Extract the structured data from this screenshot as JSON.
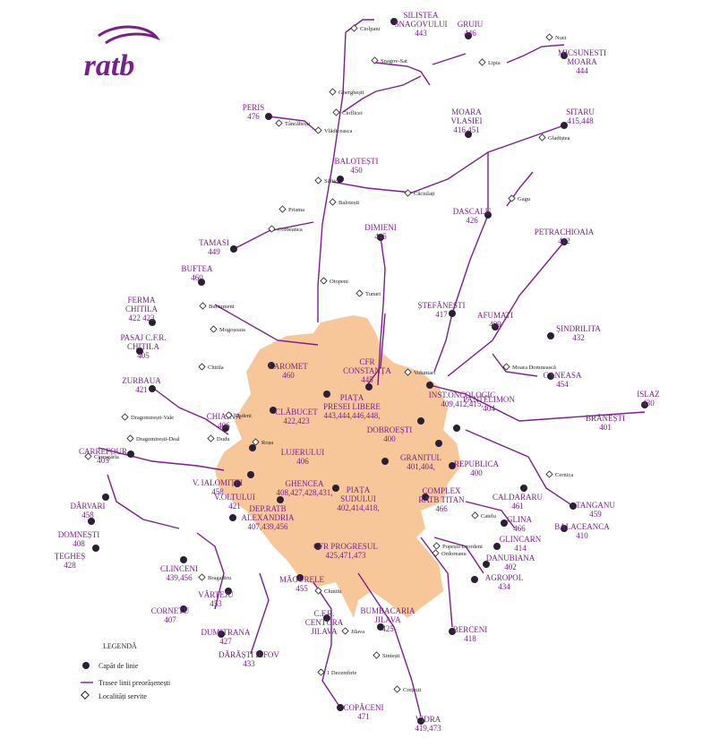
{
  "logo": {
    "text": "ratb",
    "color": "#7a1f8a"
  },
  "colors": {
    "route": "#7a1f8a",
    "city": "#f7c79a",
    "terminal": "#2a1f33"
  },
  "legend": {
    "title": "LEGENDĂ",
    "items": [
      "Capăt de linie",
      "Trasee linii preorășenești",
      "Localități servite"
    ]
  },
  "termini": [
    {
      "name": "SILISTEA",
      "sub": "SNAGOVULUI",
      "lines": "443"
    },
    {
      "name": "GRUIU",
      "sub": "",
      "lines": "446"
    },
    {
      "name": "MICSUNESTI",
      "sub": "MOARA",
      "lines": "444"
    },
    {
      "name": "PERIS",
      "sub": "",
      "lines": "476"
    },
    {
      "name": "SITARU",
      "sub": "",
      "lines": "415,448"
    },
    {
      "name": "MOARA",
      "sub": "VLASIEI",
      "lines": "416,451"
    },
    {
      "name": "BALOTEȘTI",
      "sub": "",
      "lines": "450"
    },
    {
      "name": "DASCALU",
      "sub": "",
      "lines": "426"
    },
    {
      "name": "TAMASI",
      "sub": "",
      "lines": "449"
    },
    {
      "name": "DIMIENI",
      "sub": "",
      "lines": "445"
    },
    {
      "name": "PETRACHIOAIA",
      "sub": "",
      "lines": "412"
    },
    {
      "name": "BUFTEA",
      "sub": "",
      "lines": "460"
    },
    {
      "name": "FERMA",
      "sub": "CHITILA",
      "lines": "422 423"
    },
    {
      "name": "ȘTEFĂNESTI",
      "sub": "",
      "lines": "417"
    },
    {
      "name": "AFUMATI",
      "sub": "",
      "lines": "409"
    },
    {
      "name": "ȘINDRILITA",
      "sub": "",
      "lines": "432"
    },
    {
      "name": "PASAJ C.F.R.",
      "sub": "CHITILA",
      "lines": "405"
    },
    {
      "name": "LAROMET",
      "sub": "",
      "lines": "460"
    },
    {
      "name": "CFR",
      "sub": "CONSTANȚA",
      "lines": "445"
    },
    {
      "name": "GANEASA",
      "sub": "",
      "lines": "454"
    },
    {
      "name": "ZURBAUA",
      "sub": "",
      "lines": "421"
    },
    {
      "name": "PIAȚA",
      "sub": "PRESEI LIBERE",
      "lines": "443,444,446,448,"
    },
    {
      "name": "INST.ONCOLOGIC",
      "sub": "",
      "lines": "409,412,415,"
    },
    {
      "name": "ISLAZ",
      "sub": "",
      "lines": "430"
    },
    {
      "name": "CLĂBUCET",
      "sub": "",
      "lines": "422,423"
    },
    {
      "name": "CHIAJNA",
      "sub": "",
      "lines": "406"
    },
    {
      "name": "PANTELIMON",
      "sub": "",
      "lines": "404"
    },
    {
      "name": "BRĂNEȘTI",
      "sub": "",
      "lines": "401"
    },
    {
      "name": "DOBROEȘTI",
      "sub": "",
      "lines": "400"
    },
    {
      "name": "LUJERULUI",
      "sub": "",
      "lines": "406"
    },
    {
      "name": "CARREFOUR",
      "sub": "",
      "lines": "405"
    },
    {
      "name": "GRANITUL",
      "sub": "",
      "lines": "401,404,"
    },
    {
      "name": "REPUBLICA",
      "sub": "",
      "lines": "400"
    },
    {
      "name": "V. IALOMIȚEI",
      "sub": "",
      "lines": "458"
    },
    {
      "name": "GHENCEA",
      "sub": "",
      "lines": "408,427,428,431,"
    },
    {
      "name": "PIAȚA",
      "sub": "SUDULUI",
      "lines": "402,414,418,"
    },
    {
      "name": "COMPLEX",
      "sub": "RATB TITAN",
      "lines": "466"
    },
    {
      "name": "V.OLTULUI",
      "sub": "",
      "lines": "421"
    },
    {
      "name": "CALDARARU",
      "sub": "",
      "lines": "461"
    },
    {
      "name": "TANGANU",
      "sub": "",
      "lines": "459"
    },
    {
      "name": "DÂRVARI",
      "sub": "",
      "lines": "458"
    },
    {
      "name": "DEP.RATB",
      "sub": "ALEXANDRIA",
      "lines": "407,439,456"
    },
    {
      "name": "GLINA",
      "sub": "",
      "lines": "466"
    },
    {
      "name": "BALACEANCA",
      "sub": "",
      "lines": "410"
    },
    {
      "name": "DOMNEȘTI",
      "sub": "",
      "lines": "408"
    },
    {
      "name": "GLINCARN",
      "sub": "",
      "lines": "414"
    },
    {
      "name": "ȚEGHEȘ",
      "sub": "",
      "lines": "428"
    },
    {
      "name": "CFR PROGRESUL",
      "sub": "",
      "lines": "425,471,473"
    },
    {
      "name": "DANUBIANA",
      "sub": "",
      "lines": "402"
    },
    {
      "name": "CLINCENI",
      "sub": "",
      "lines": "439,456"
    },
    {
      "name": "AGROPOL",
      "sub": "",
      "lines": "434"
    },
    {
      "name": "MĂGURELE",
      "sub": "",
      "lines": "455"
    },
    {
      "name": "VÂRTEJU",
      "sub": "",
      "lines": "453"
    },
    {
      "name": "CORNETU",
      "sub": "",
      "lines": "407"
    },
    {
      "name": "C.F.R.",
      "sub": "CENTURA",
      "lines": "JILAVA"
    },
    {
      "name": "BUMBACARIA",
      "sub": "JILAVA",
      "lines": "425"
    },
    {
      "name": "BERCENI",
      "sub": "",
      "lines": "418"
    },
    {
      "name": "DUMITRANA",
      "sub": "",
      "lines": "427"
    },
    {
      "name": "DĂRĂȘTI ILFOV",
      "sub": "",
      "lines": "433"
    },
    {
      "name": "COPĂCENI",
      "sub": "",
      "lines": "471"
    },
    {
      "name": "VIDRA",
      "sub": "",
      "lines": "419,473"
    }
  ],
  "places": [
    "Ciolpani",
    "Snagov-Sat",
    "Lipia",
    "Nuci",
    "Tâncăbești",
    "Vlădiceasca",
    "Gherghești",
    "Cioflicei",
    "Gladișteа",
    "Săftica",
    "Balotești",
    "Căciulați",
    "Gagu",
    "Prisma",
    "Corbeanca",
    "Otopeni",
    "Tunari",
    "Buciumeni",
    "Mogoșoaia",
    "Chitila",
    "Voluntari",
    "Moara Domnească",
    "Dragomirești-Vale",
    "Rudeni",
    "Dudu",
    "Roșu",
    "Ciorogârla",
    "Dragomirești-Deal",
    "Cernica",
    "Catelu",
    "Popești-Leordeni",
    "Ordoreanu",
    "Bragadiru",
    "Cluniiu",
    "Jilava",
    "Sintești",
    "1 Decembrie",
    "Crețești"
  ]
}
